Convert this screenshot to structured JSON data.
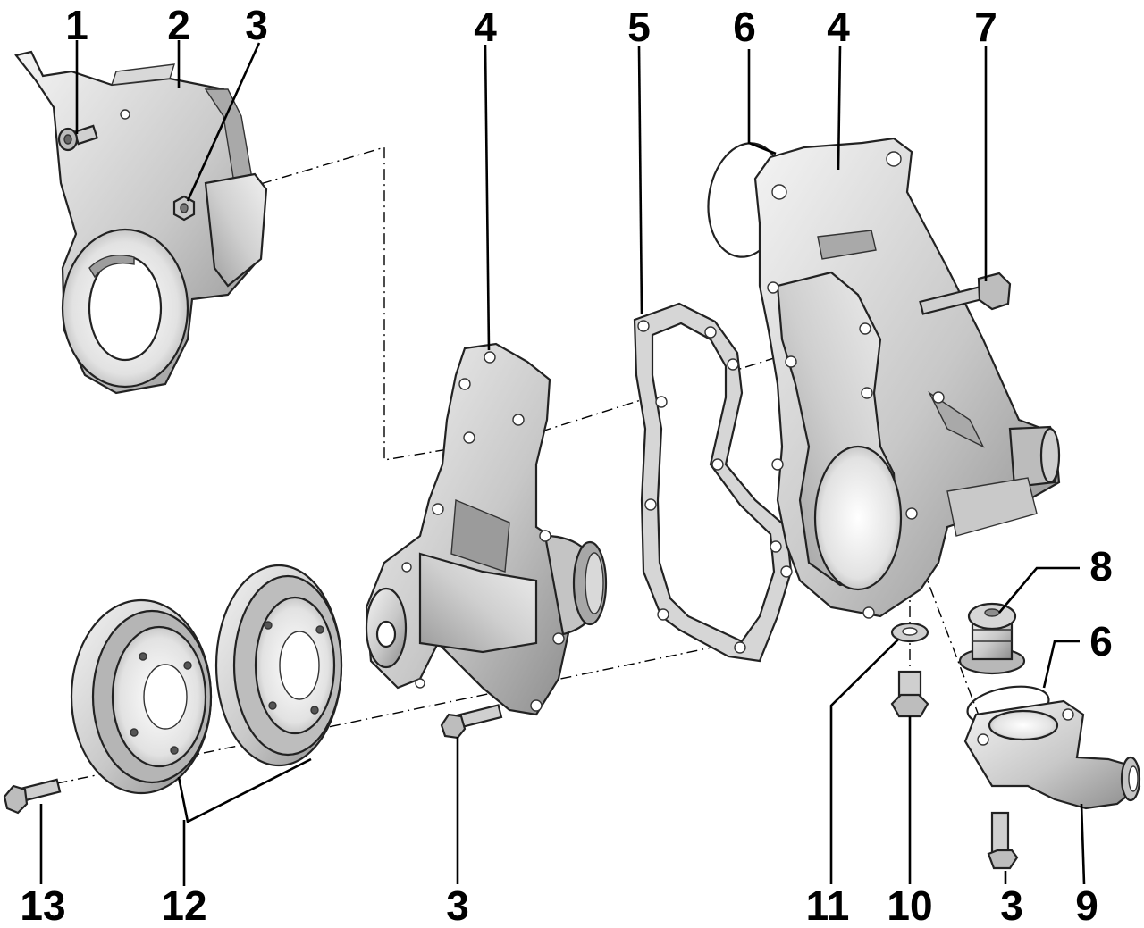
{
  "labels": {
    "l1": "1",
    "l2": "2",
    "l3a": "3",
    "l4a": "4",
    "l5": "5",
    "l6a": "6",
    "l4b": "4",
    "l7": "7",
    "l8": "8",
    "l6b": "6",
    "l13": "13",
    "l12": "12",
    "l3b": "3",
    "l11": "11",
    "l10": "10",
    "l3c": "3",
    "l9": "9"
  },
  "colors": {
    "metal_light": "#e6e6e6",
    "metal_mid": "#bdbdbd",
    "metal_dark": "#8a8a8a",
    "outline": "#222222",
    "gasket": "#d4d4d4"
  }
}
